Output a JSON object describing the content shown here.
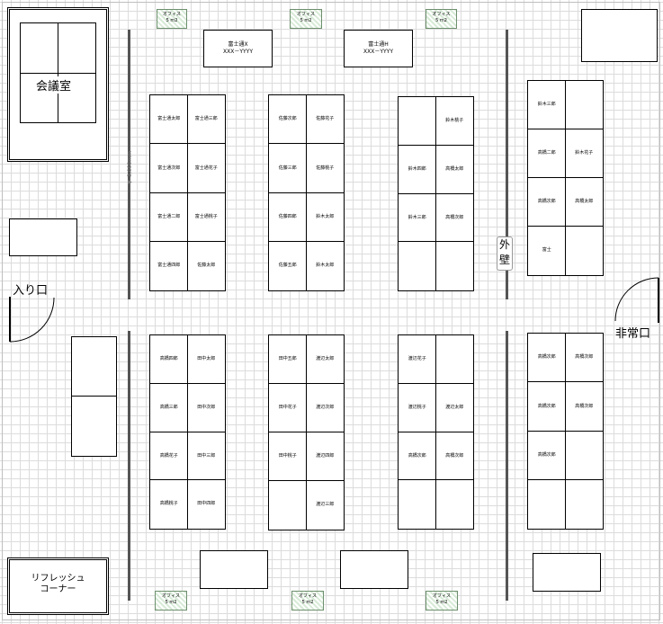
{
  "rooms": {
    "meeting": "会議室",
    "refresh_line1": "リフレッシュ",
    "refresh_line2": "コーナー",
    "entrance": "入り口",
    "emergency": "非常口",
    "outer_wall": "外壁"
  },
  "dimension_label": "◀ 3,000mm",
  "signs": {
    "office": "オフィス",
    "suffix": "5 m2"
  },
  "nameplates": [
    {
      "name": "富士通X",
      "sub": "XXX－YYYY"
    },
    {
      "name": "富士通H",
      "sub": "XXX－YYYY"
    }
  ],
  "desks": {
    "group_a": [
      "富士通太郎",
      "富士通三郎",
      "富士通次郎",
      "富士通花子",
      "富士通二郎",
      "富士通桃子",
      "富士通四郎",
      "佐藤太郎"
    ],
    "group_b": [
      "佐藤次郎",
      "佐藤花子",
      "佐藤三郎",
      "佐藤桃子",
      "佐藤四郎",
      "鈴木太郎",
      "佐藤五郎",
      "鈴木太郎"
    ],
    "group_c": [
      "",
      "鈴木桃子",
      "鈴木四郎",
      "高橋太郎",
      "鈴木三郎",
      "高橋次郎",
      "",
      ""
    ],
    "group_d": [
      "鈴木三郎",
      "",
      "高橋二郎",
      "鈴木花子",
      "高橋次郎",
      "高橋太郎",
      "富士",
      ""
    ],
    "group_e": [
      "高橋四郎",
      "田中太郎",
      "高橋三郎",
      "田中次郎",
      "高橋花子",
      "田中三郎",
      "高橋桃子",
      "田中四郎"
    ],
    "group_f": [
      "田中五郎",
      "渡辺太郎",
      "田中花子",
      "渡辺次郎",
      "田中桃子",
      "渡辺四郎",
      "",
      "渡辺三郎"
    ],
    "group_g": [
      "渡辺花子",
      "",
      "渡辺桃子",
      "渡辺太郎",
      "高橋次郎",
      "高橋次郎",
      "",
      ""
    ],
    "group_h": [
      "高橋次郎",
      "高橋次郎",
      "高橋次郎",
      "高橋次郎",
      "高橋次郎",
      "",
      "",
      ""
    ]
  }
}
